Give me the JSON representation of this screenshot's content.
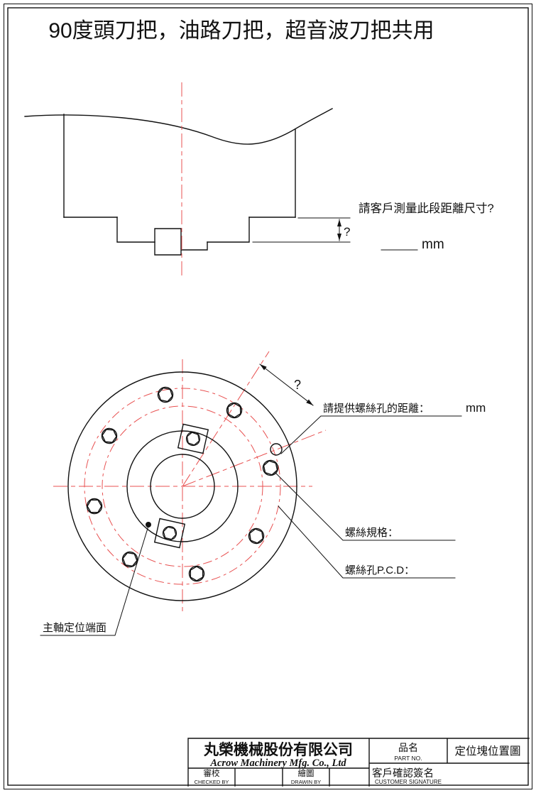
{
  "title": "90度頭刀把，油路刀把，超音波刀把共用",
  "side_view": {
    "note": "請客戶測量此段距離尺寸?",
    "dim_mark": "?",
    "mm_label": "mm"
  },
  "front_view": {
    "angle_mark": "?",
    "screw_distance_label": "請提供螺絲孔的距離：",
    "screw_distance_unit": "mm",
    "screw_spec_label": "螺絲規格：",
    "screw_pcd_label": "螺絲孔P.C.D：",
    "spindle_face_label": "主軸定位端面"
  },
  "title_block": {
    "company_zh": "丸榮機械股份有限公司",
    "company_en": "Acrow Machinery Mfg. Co., Ltd",
    "part_no_zh": "品名",
    "part_no_en": "PART NO.",
    "part_name": "定位塊位置圖",
    "customer_sign_zh": "客戶確認簽名",
    "customer_sign_en": "CUSTOMER SIGNATURE",
    "checked_zh": "審校",
    "checked_en": "CHECKED BY",
    "drawn_zh": "繪圖",
    "drawn_en": "DRAWIN BY"
  },
  "colors": {
    "line": "#111111",
    "centerline": "#e85050",
    "background": "#ffffff"
  }
}
